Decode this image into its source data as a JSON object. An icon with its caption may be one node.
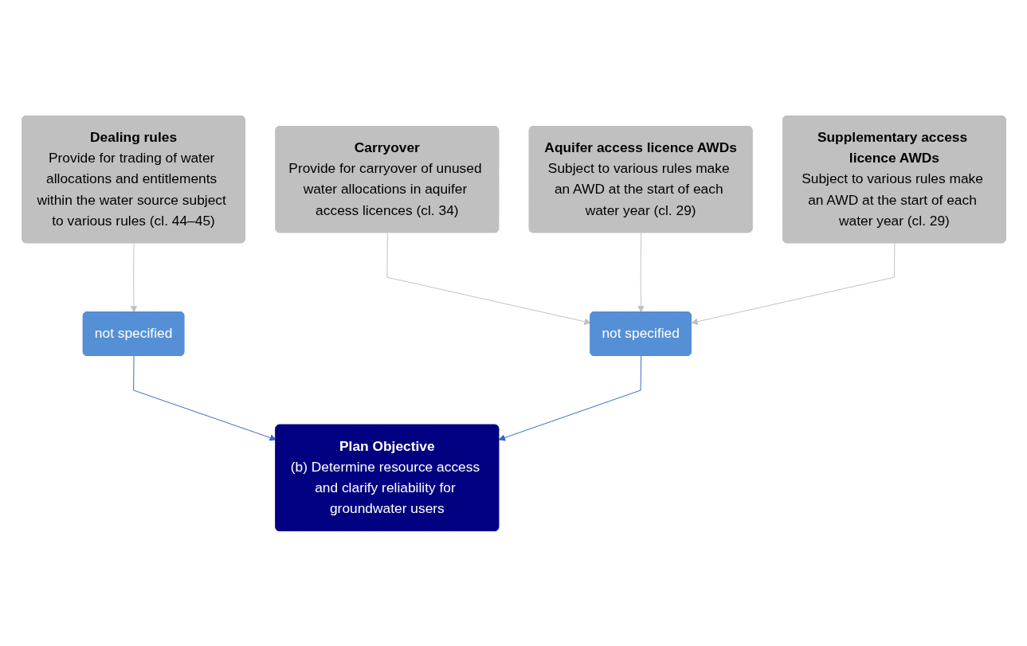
{
  "diagram": {
    "nodes": [
      {
        "text": [
          "Dealing rules",
          "Provide for trading of water allocations and entitlements within the water source subject to various rules (cl. 44–45)"
        ]
      },
      {
        "text": [
          "Carryover",
          "Provide for carryover of unused water allocations in aquifer access licences (cl. 34)"
        ]
      },
      {
        "text": [
          "Aquifer access licence AWDs",
          "Subject to various rules make an AWD at the start of each water year (cl. 29)"
        ]
      },
      {
        "text": [
          "Supplementary access licence AWDs",
          "Subject to various rules make an AWD at the start of each water year (cl. 29)"
        ]
      },
      {
        "text": [
          "not specified"
        ]
      },
      {
        "text": [
          "not specified"
        ]
      },
      {
        "text": [
          "Plan Objective",
          "(b) Determine resource access and clarify reliability for groundwater users"
        ]
      }
    ],
    "edges": [
      {
        "from": 0,
        "to": 4,
        "arrow": "to"
      },
      {
        "from": 1,
        "to": 5,
        "arrow": "to"
      },
      {
        "from": 2,
        "to": 5,
        "arrow": "to"
      },
      {
        "from": 3,
        "to": 5,
        "arrow": "to"
      },
      {
        "from": 4,
        "to": 6,
        "arrow": "to",
        "color": "#3366cc"
      },
      {
        "from": 5,
        "to": 6,
        "arrow": "to",
        "color": "#3366cc"
      }
    ]
  }
}
